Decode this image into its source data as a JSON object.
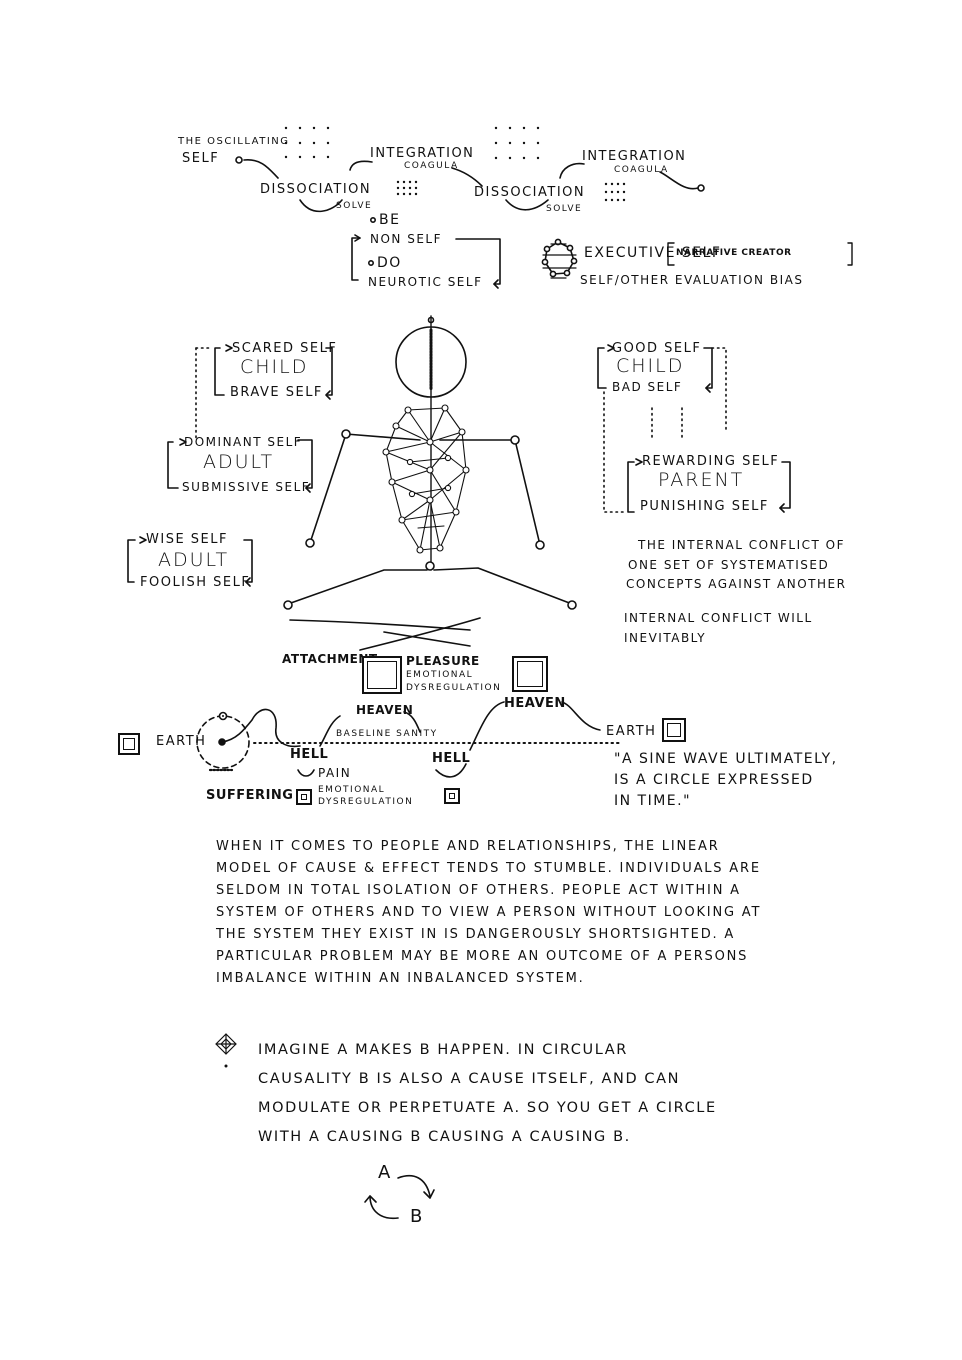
{
  "oscillation": {
    "the_oscillating": "THE OSCILLATING",
    "self": "SELF",
    "integration": "INTEGRATION",
    "coagula": "COAGULA",
    "dissociation": "DISSOCIATION",
    "solve": "SOLVE"
  },
  "be_do": {
    "be": "BE",
    "non_self": "NON SELF",
    "do": "DO",
    "neurotic_self": "NEUROTIC SELF"
  },
  "executive": {
    "executive_self": "EXECUTIVE SELF",
    "narrative_creator": "NARRATIVE CREATOR",
    "evaluation_bias": "SELF/OTHER EVALUATION BIAS"
  },
  "left_states": {
    "scared_self": "SCARED SELF",
    "child": "CHILD",
    "brave_self": "BRAVE SELF",
    "dominant_self": "DOMINANT SELF",
    "adult": "ADULT",
    "submissive_self": "SUBMISSIVE SELF",
    "wise_self": "WISE SELF",
    "adult2": "ADULT",
    "foolish_self": "FOOLISH SELF"
  },
  "right_states": {
    "good_self": "GOOD SELF",
    "child": "CHILD",
    "bad_self": "BAD SELF",
    "rewarding_self": "REWARDING SELF",
    "parent": "PARENT",
    "punishing_self": "PUNISHING SELF"
  },
  "conflict": {
    "line1": "THE INTERNAL CONFLICT OF",
    "line2": "ONE SET OF SYSTEMATISED",
    "line3": "CONCEPTS AGAINST ANOTHER",
    "line4": "INTERNAL CONFLICT WILL",
    "line5": "INEVITABLY"
  },
  "pleasure": {
    "attachment": "ATTACHMENT",
    "pleasure": "PLEASURE",
    "emotional": "EMOTIONAL",
    "dysregulation": "DYSREGULATION"
  },
  "wave": {
    "earth_left": "EARTH",
    "heaven1": "HEAVEN",
    "baseline_sanity": "BASELINE SANITY",
    "heaven2": "HEAVEN",
    "earth_right": "EARTH",
    "hell1": "HELL",
    "pain": "PAIN",
    "hell2": "HELL",
    "suffering": "SUFFERING",
    "emotional": "EMOTIONAL",
    "dysregulation": "DYSREGULATION",
    "quote1": "\"A SINE WAVE ULTIMATELY,",
    "quote2": "IS A CIRCLE EXPRESSED",
    "quote3": "IN TIME.\""
  },
  "paragraph": "WHEN IT COMES TO PEOPLE AND RELATIONSHIPS, THE LINEAR MODEL OF CAUSE & EFFECT TENDS TO STUMBLE. INDIVIDUALS ARE SELDOM IN TOTAL ISOLATION OF OTHERS. PEOPLE ACT WITHIN A SYSTEM OF OTHERS AND TO VIEW A PERSON WITHOUT LOOKING AT THE SYSTEM THEY EXIST IN IS DANGEROUSLY SHORTSIGHTED. A PARTICULAR PROBLEM MAY BE MORE AN OUTCOME OF A PERSONS IMBALANCE WITHIN AN INBALANCED SYSTEM.",
  "imagine": "IMAGINE A MAKES B HAPPEN. IN CIRCULAR CAUSALITY B IS ALSO A CAUSE ITSELF, AND CAN MODULATE OR PERPETUATE A. SO YOU GET A CIRCLE WITH A CAUSING B CAUSING A CAUSING B.",
  "cycle": {
    "a": "A",
    "b": "B"
  }
}
